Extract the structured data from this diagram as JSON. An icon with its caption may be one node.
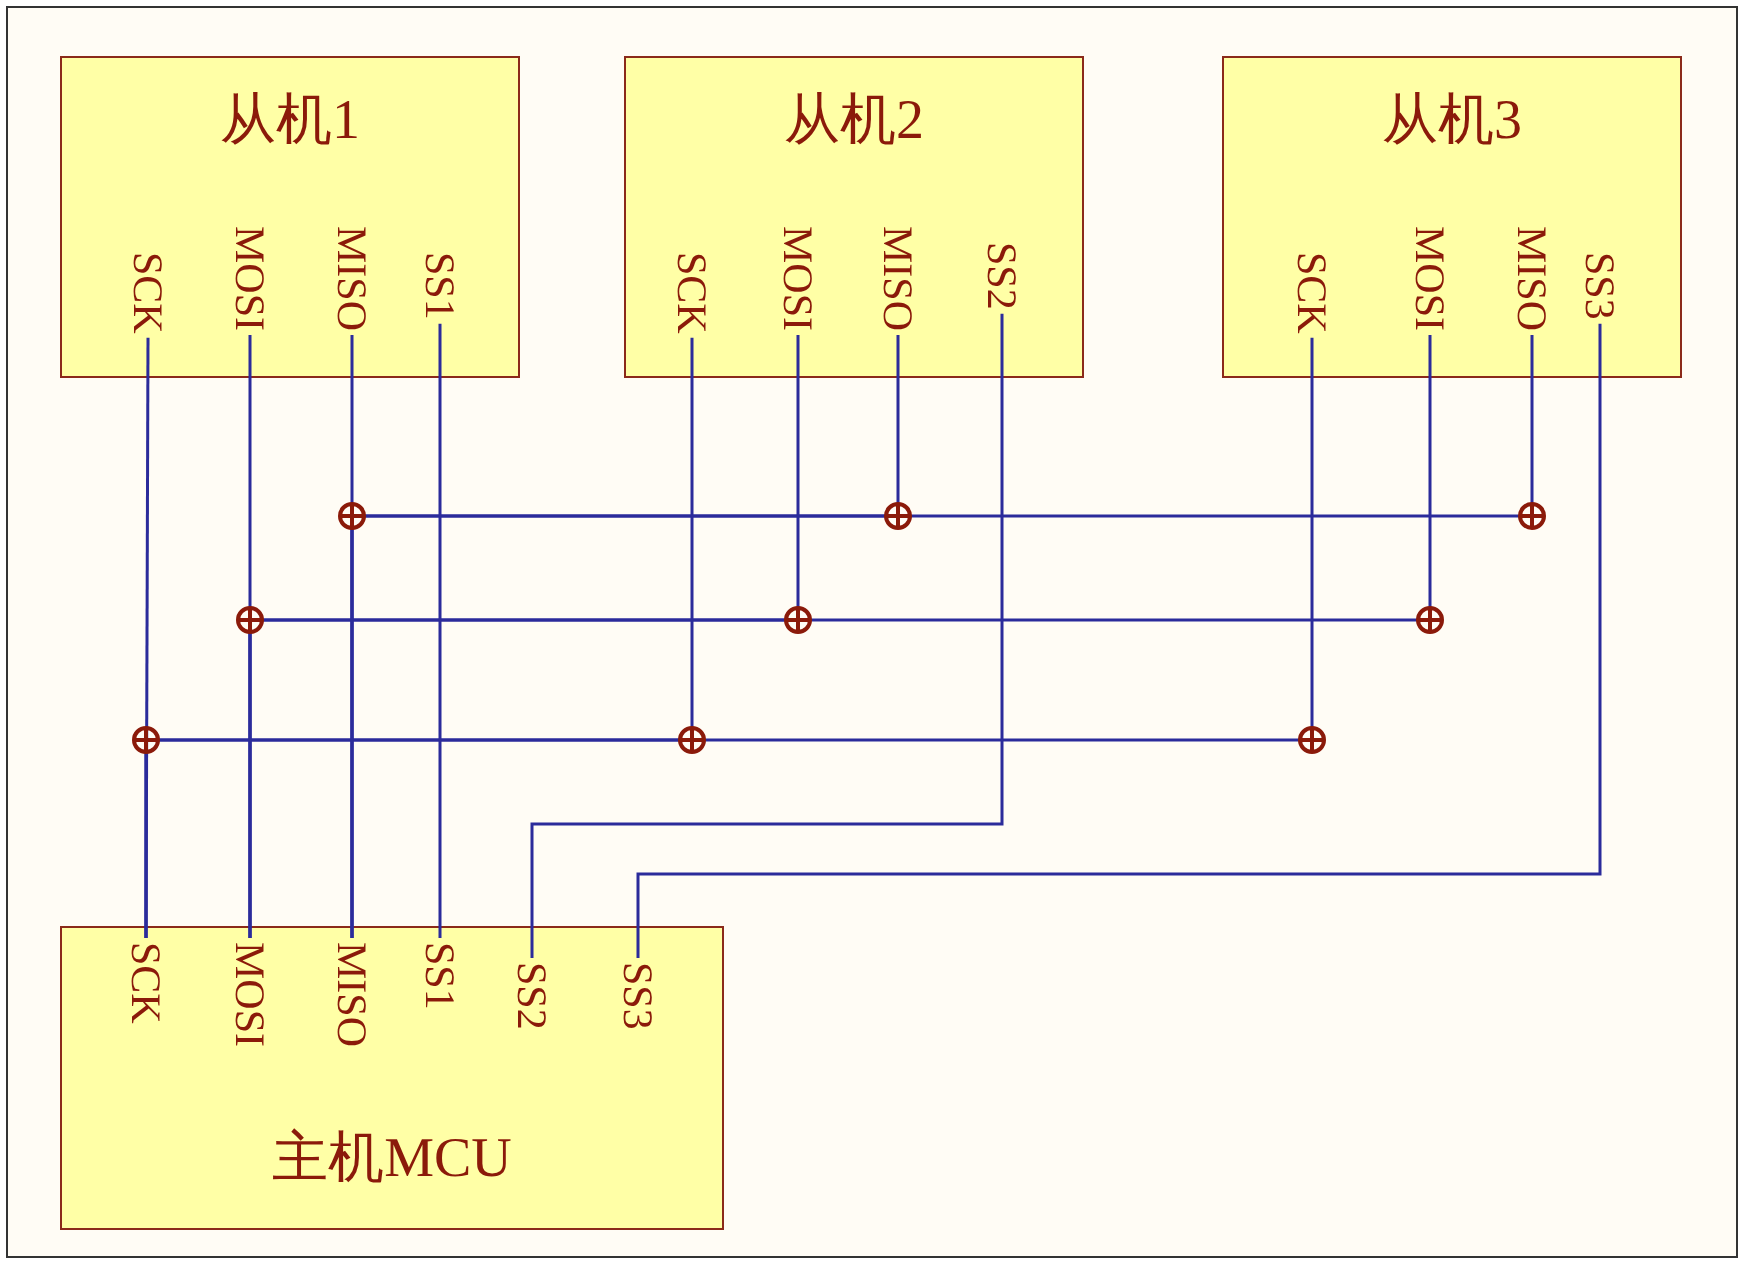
{
  "diagram": {
    "nodes": [
      {
        "text": [
          "从机1"
        ]
      },
      {
        "text": [
          "SCK"
        ],
        "in": 0
      },
      {
        "text": [
          "MOSI"
        ],
        "in": 0
      },
      {
        "text": [
          "MISO"
        ],
        "in": 0
      },
      {
        "text": [
          "SS1"
        ],
        "in": 0
      },
      {
        "text": [
          "从机2"
        ]
      },
      {
        "text": [
          "SCK"
        ],
        "in": 5
      },
      {
        "text": [
          "MOSI"
        ],
        "in": 5
      },
      {
        "text": [
          "MISO"
        ],
        "in": 5
      },
      {
        "text": [
          "SS2"
        ],
        "in": 5
      },
      {
        "text": [
          "从机3"
        ]
      },
      {
        "text": [
          "SCK"
        ],
        "in": 10
      },
      {
        "text": [
          "MOSI"
        ],
        "in": 10
      },
      {
        "text": [
          "MISO"
        ],
        "in": 10
      },
      {
        "text": [
          "SS3"
        ],
        "in": 10
      },
      {
        "text": [
          "主机MCU"
        ]
      },
      {
        "text": [
          "SCK"
        ],
        "in": 15
      },
      {
        "text": [
          "MOSI"
        ],
        "in": 15
      },
      {
        "text": [
          "MISO"
        ],
        "in": 15
      },
      {
        "text": [
          "SS1"
        ],
        "in": 15
      },
      {
        "text": [
          "SS2"
        ],
        "in": 15
      },
      {
        "text": [
          "SS3"
        ],
        "in": 15
      }
    ],
    "edges": [
      {
        "from": 1,
        "to": 16,
        "arrow": "none"
      },
      {
        "from": 6,
        "to": 16,
        "arrow": "none"
      },
      {
        "from": 11,
        "to": 16,
        "arrow": "none"
      },
      {
        "from": 2,
        "to": 17,
        "arrow": "none"
      },
      {
        "from": 7,
        "to": 17,
        "arrow": "none"
      },
      {
        "from": 12,
        "to": 17,
        "arrow": "none"
      },
      {
        "from": 3,
        "to": 18,
        "arrow": "none"
      },
      {
        "from": 8,
        "to": 18,
        "arrow": "none"
      },
      {
        "from": 13,
        "to": 18,
        "arrow": "none"
      },
      {
        "from": 4,
        "to": 19,
        "arrow": "none"
      },
      {
        "from": 9,
        "to": 20,
        "arrow": "none"
      },
      {
        "from": 14,
        "to": 21,
        "arrow": "none"
      }
    ]
  }
}
